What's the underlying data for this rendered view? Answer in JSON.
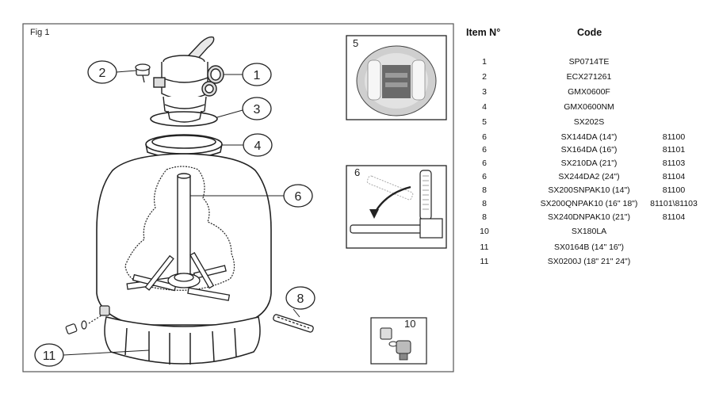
{
  "figure": {
    "label": "Fig 1",
    "callouts": [
      "1",
      "2",
      "3",
      "4",
      "6",
      "8",
      "11"
    ],
    "insets": {
      "valve_handle": "5",
      "lateral": "6",
      "drain_plug": "10"
    }
  },
  "table": {
    "headers": {
      "item": "Item N°",
      "code": "Code"
    },
    "rows": [
      {
        "item": "1",
        "code": "SP0714TE",
        "ref": ""
      },
      {
        "item": "2",
        "code": "ECX271261",
        "ref": ""
      },
      {
        "item": "3",
        "code": "GMX0600F",
        "ref": ""
      },
      {
        "item": "4",
        "code": "GMX0600NM",
        "ref": ""
      },
      {
        "item": "5",
        "code": "SX202S",
        "ref": ""
      },
      {
        "item": "6",
        "code": "SX144DA (14\")",
        "ref": "81100"
      },
      {
        "item": "6",
        "code": "SX164DA (16\")",
        "ref": "81101"
      },
      {
        "item": "6",
        "code": "SX210DA  (21\")",
        "ref": "81103"
      },
      {
        "item": "6",
        "code": "SX244DA2  (24\")",
        "ref": "81104"
      },
      {
        "item": "8",
        "code": "SX200SNPAK10  (14\")",
        "ref": "81100"
      },
      {
        "item": "8",
        "code": "SX200QNPAK10  (16\" 18\")",
        "ref": "81101\\81103"
      },
      {
        "item": "8",
        "code": "SX240DNPAK10 (21\")",
        "ref": "81104"
      },
      {
        "item": "10",
        "code": "SX180LA",
        "ref": ""
      },
      {
        "item": "11",
        "code": "SX0164B (14\" 16\")",
        "ref": ""
      },
      {
        "item": "11",
        "code": "SX0200J (18\" 21\" 24\")",
        "ref": ""
      }
    ]
  }
}
